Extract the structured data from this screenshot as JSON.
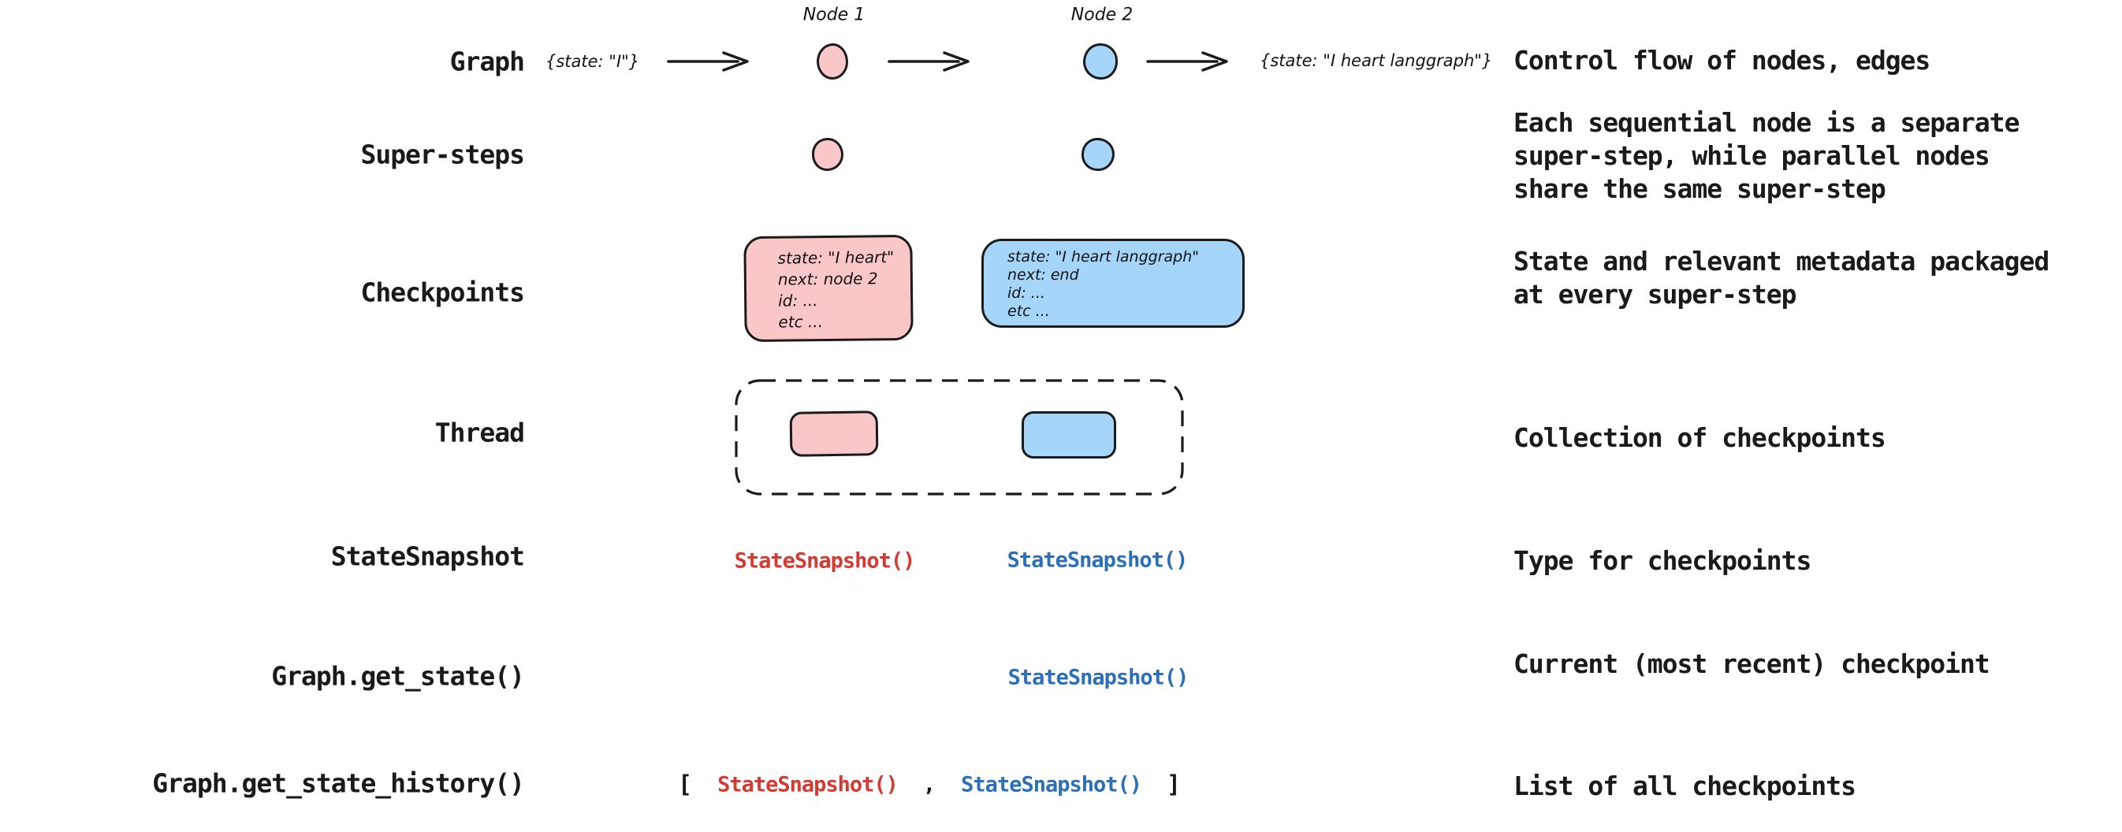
{
  "colors": {
    "background": "#ffffff",
    "node_pink": "#fac7c8",
    "node_blue": "#a5d6f9",
    "stroke": "#1b1b1b",
    "code_red": "#d53a32",
    "code_blue": "#2b6fba",
    "text": "#1a1a1a"
  },
  "rows": [
    {
      "label": "Graph",
      "description": "Control flow of nodes, edges"
    },
    {
      "label": "Super-steps",
      "description": "Each sequential node is a separate\nsuper-step, while parallel nodes\nshare the same super-step"
    },
    {
      "label": "Checkpoints",
      "description": "State and relevant metadata packaged\nat every super-step"
    },
    {
      "label": "Thread",
      "description": "Collection of checkpoints"
    },
    {
      "label": "StateSnapshot",
      "description": "Type for checkpoints"
    },
    {
      "label": "Graph.get_state()",
      "description": "Current (most recent) checkpoint"
    },
    {
      "label": "Graph.get_state_history()",
      "description": "List of all checkpoints"
    }
  ],
  "graph_flow": {
    "node1_label": "Node 1",
    "node2_label": "Node 2",
    "input_annotation": "{state: \"I\"}",
    "output_annotation": "{state: \"I heart langgraph\"}"
  },
  "checkpoint_cards": {
    "node1": {
      "lines": [
        "state: \"I heart\"",
        "next: node 2",
        "id: ...",
        "etc ..."
      ]
    },
    "node2": {
      "lines": [
        "state: \"I heart langgraph\"",
        "next: end",
        "id: ...",
        "etc ..."
      ]
    }
  },
  "snapshot_labels": {
    "node1": "StateSnapshot()",
    "node2": "StateSnapshot()",
    "current": "StateSnapshot()",
    "history": {
      "open": "[",
      "first": "StateSnapshot()",
      "comma": ",",
      "second": "StateSnapshot()",
      "close": "]"
    }
  }
}
